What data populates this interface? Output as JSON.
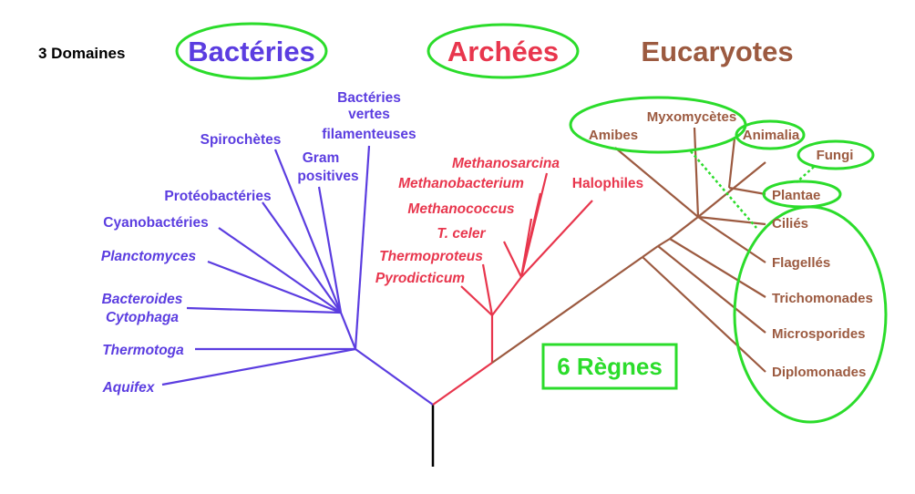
{
  "title": "3 Domaines",
  "domains": {
    "bacteria": "Bactéries",
    "archaea": "Archées",
    "eukarya": "Eucaryotes"
  },
  "colors": {
    "bacteria": "#5b3de0",
    "archaea": "#e8364d",
    "eukarya": "#9c5a40",
    "highlight": "#2bdc2b",
    "root": "#000000"
  },
  "bacteria_leaves": {
    "vertes_line1": "Bactéries",
    "vertes_line2": "vertes",
    "vertes_line3": "filamenteuses",
    "spirochetes": "Spirochètes",
    "gram_line1": "Gram",
    "gram_line2": "positives",
    "proteo": "Protéobactéries",
    "cyano": "Cyanobactéries",
    "plancto": "Planctomyces",
    "bacteroides": "Bacteroides",
    "cytophaga": "Cytophaga",
    "thermotoga": "Thermotoga",
    "aquifex": "Aquifex"
  },
  "archaea_leaves": {
    "methanosarcina": "Methanosarcina",
    "methanobacterium": "Methanobacterium",
    "methanococcus": "Methanococcus",
    "tceler": "T. celer",
    "thermoproteus": "Thermoproteus",
    "pyrodicticum": "Pyrodicticum",
    "halophiles": "Halophiles"
  },
  "eukarya_leaves": {
    "myxomycetes": "Myxomycètes",
    "amibes": "Amibes",
    "animalia": "Animalia",
    "fungi": "Fungi",
    "plantae": "Plantae",
    "cilies": "Ciliés",
    "flagelles": "Flagellés",
    "trichomonades": "Trichomonades",
    "microsporides": "Microsporides",
    "diplomonades": "Diplomonades"
  },
  "regnes_label": "6 Règnes"
}
